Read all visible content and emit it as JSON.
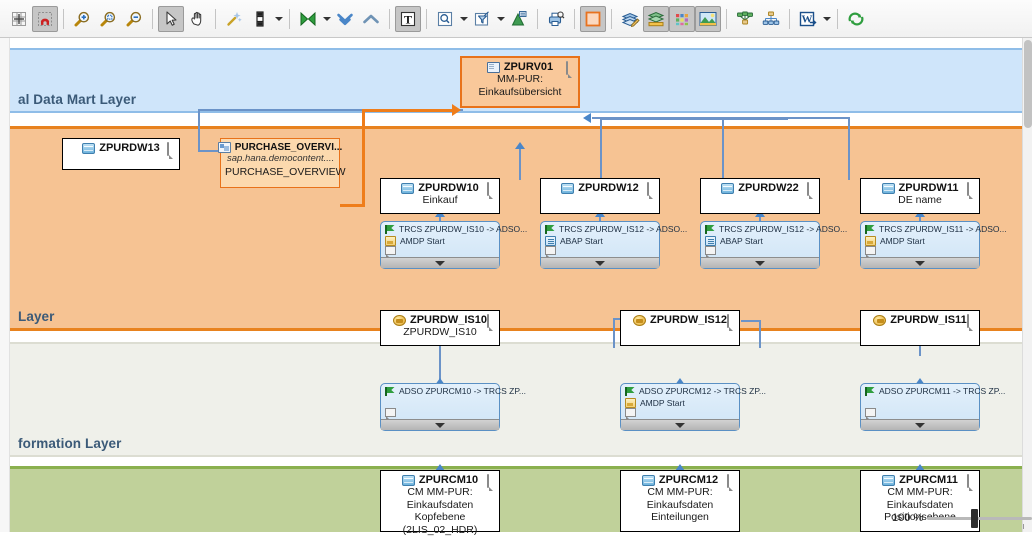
{
  "toolbar": {
    "groups": [
      {
        "buttons": [
          {
            "name": "grid-icon",
            "label": "Grid",
            "active": false
          },
          {
            "name": "snap-to-grid-icon",
            "label": "Snap to Grid",
            "active": true
          }
        ]
      },
      {
        "buttons": [
          {
            "name": "zoom-in-icon",
            "label": "Zoom In",
            "active": false
          },
          {
            "name": "zoom-fit-icon",
            "label": "Zoom to Fit",
            "active": false
          },
          {
            "name": "zoom-out-icon",
            "label": "Zoom Out",
            "active": false
          }
        ]
      },
      {
        "buttons": [
          {
            "name": "select-pointer-icon",
            "label": "Select",
            "active": true
          },
          {
            "name": "pan-hand-icon",
            "label": "Pan",
            "active": false
          }
        ]
      },
      {
        "buttons": [
          {
            "name": "magic-wand-icon",
            "label": "Auto Layout",
            "active": false
          },
          {
            "name": "align-vertical-icon",
            "label": "Align",
            "active": false,
            "caret": true
          }
        ]
      },
      {
        "buttons": [
          {
            "name": "collapse-arrows-icon",
            "label": "Collapse",
            "active": false,
            "caret": true
          },
          {
            "name": "expand-down-icon",
            "label": "Expand Down",
            "active": false
          },
          {
            "name": "expand-up-icon",
            "label": "Expand Up",
            "active": false
          }
        ]
      },
      {
        "buttons": [
          {
            "name": "text-tool-icon",
            "label": "Text",
            "active": true
          }
        ]
      },
      {
        "buttons": [
          {
            "name": "search-icon",
            "label": "Find",
            "active": false,
            "caret": true
          },
          {
            "name": "filter-icon",
            "label": "Filter",
            "active": false,
            "caret": true
          },
          {
            "name": "hierarchy-icon",
            "label": "Hierarchy",
            "active": false
          }
        ]
      },
      {
        "buttons": [
          {
            "name": "print-preview-icon",
            "label": "Print Preview",
            "active": false
          }
        ]
      },
      {
        "buttons": [
          {
            "name": "highlight-box-icon",
            "label": "Highlight",
            "active": true
          }
        ]
      },
      {
        "buttons": [
          {
            "name": "layer-edit-icon",
            "label": "Edit Layers",
            "active": false
          },
          {
            "name": "layer-show-icon",
            "label": "Show Layers",
            "active": true
          },
          {
            "name": "color-palette-icon",
            "label": "Colors",
            "active": true
          },
          {
            "name": "layer-landscape-icon",
            "label": "Landscape",
            "active": true
          }
        ]
      },
      {
        "buttons": [
          {
            "name": "network-graph-icon",
            "label": "Network View",
            "active": false
          },
          {
            "name": "tree-graph-icon",
            "label": "Tree View",
            "active": false
          }
        ]
      },
      {
        "buttons": [
          {
            "name": "word-export-icon",
            "label": "Export to Word",
            "active": false,
            "caret": true
          }
        ]
      },
      {
        "buttons": [
          {
            "name": "refresh-icon",
            "label": "Refresh",
            "active": false
          }
        ]
      }
    ]
  },
  "layers": [
    {
      "id": "dm",
      "label": "al Data Mart Layer",
      "color": "#cfe5fa",
      "border": "#8fbde8"
    },
    {
      "id": "dw",
      "label": "Layer",
      "color": "#f6c393",
      "border": "#e8821e"
    },
    {
      "id": "inf",
      "label": "formation Layer",
      "color": "#eff0ea",
      "border": "#dcddd2"
    },
    {
      "id": "acq",
      "label": "",
      "color": "#c0d19a",
      "border": "#8ab04e"
    }
  ],
  "nodes": {
    "zpurv01": {
      "title": "ZPURV01",
      "line1": "MM-PUR:",
      "line2": "Einkaufsübersicht",
      "icon": "view-icon"
    },
    "zpurdw13": {
      "title": "ZPURDW13",
      "line1": "",
      "line2": "",
      "icon": "adso-cylinder-icon"
    },
    "purchase_overview": {
      "title": "PURCHASE_OVERVI...",
      "line1": "sap.hana.democontent....",
      "line2": "PURCHASE_OVERVIEW",
      "icon": "hana-view-icon"
    },
    "zpurdw10": {
      "title": "ZPURDW10",
      "line1": "Einkauf",
      "line2": "",
      "icon": "adso-cylinder-icon"
    },
    "zpurdw12": {
      "title": "ZPURDW12",
      "line1": "",
      "line2": "",
      "icon": "adso-cylinder-icon"
    },
    "zpurdw22": {
      "title": "ZPURDW22",
      "line1": "",
      "line2": "",
      "icon": "adso-cylinder-icon"
    },
    "zpurdw11": {
      "title": "ZPURDW11",
      "line1": "DE name",
      "line2": "",
      "icon": "adso-cylinder-icon"
    },
    "zpurdw_is10": {
      "title": "ZPURDW_IS10",
      "line1": "ZPURDW_IS10",
      "line2": "",
      "icon": "infosource-icon"
    },
    "zpurdw_is12": {
      "title": "ZPURDW_IS12",
      "line1": "",
      "line2": "",
      "icon": "infosource-icon"
    },
    "zpurdw_is11": {
      "title": "ZPURDW_IS11",
      "line1": "",
      "line2": "",
      "icon": "infosource-icon"
    },
    "zpurcm10": {
      "title": "ZPURCM10",
      "line1": "CM MM-PUR:",
      "line2": "Einkaufsdaten Kopfebene",
      "line3": "(2LIS_02_HDR)",
      "icon": "adso-cylinder-icon"
    },
    "zpurcm12": {
      "title": "ZPURCM12",
      "line1": "CM MM-PUR:",
      "line2": "Einkaufsdaten",
      "line3": "Einteilungen",
      "icon": "adso-cylinder-icon"
    },
    "zpurcm11": {
      "title": "ZPURCM11",
      "line1": "CM MM-PUR:",
      "line2": "Einkaufsdaten",
      "line3": "Positionsebene",
      "icon": "adso-cylinder-icon"
    }
  },
  "transformations": {
    "t_is10": {
      "line1": "TRCS ZPURDW_IS10 -> ADSO...",
      "line2": "AMDP Start",
      "routine": "amdp-icon"
    },
    "t_is12a": {
      "line1": "TRCS ZPURDW_IS12 -> ADSO...",
      "line2": "ABAP Start",
      "routine": "abap-icon"
    },
    "t_is12b": {
      "line1": "TRCS ZPURDW_IS12 -> ADSO...",
      "line2": "ABAP Start",
      "routine": "abap-icon"
    },
    "t_is11": {
      "line1": "TRCS ZPURDW_IS11 -> ADSO...",
      "line2": "AMDP Start",
      "routine": "amdp-icon"
    },
    "t_cm10": {
      "line1": "ADSO ZPURCM10 -> TRCS ZP...",
      "line2": "",
      "routine": ""
    },
    "t_cm12": {
      "line1": "ADSO ZPURCM12 -> TRCS ZP...",
      "line2": "AMDP Start",
      "routine": "amdp-icon"
    },
    "t_cm11": {
      "line1": "ADSO ZPURCM11 -> TRCS ZP...",
      "line2": "",
      "routine": ""
    }
  },
  "zoom_control": {
    "percent": "100 %",
    "value": 100
  },
  "colors": {
    "accent_orange": "#e8721e",
    "connector_blue": "#6b93c8",
    "layer_datamart": "#cfe5fa",
    "layer_dw": "#f6c393",
    "layer_info": "#eff0ea",
    "layer_acq": "#c0d19a"
  }
}
